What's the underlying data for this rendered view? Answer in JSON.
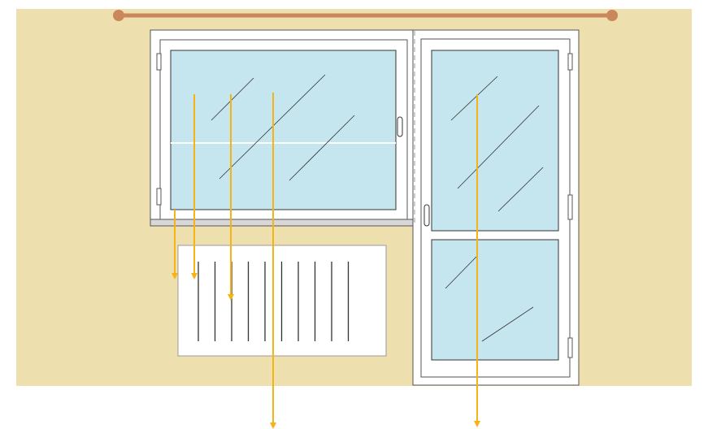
{
  "scene": {
    "title": "",
    "colors": {
      "wall": "#EEDFAE",
      "curtain_rod": "#C9875B",
      "frame": "#FFFFFF",
      "frame_stroke": "#555555",
      "glass": "#C6E6EF",
      "glass_stroke": "#333333",
      "radiator": "#FFFFFF",
      "sill": "#D8D8D8",
      "arrow": "#F5B315"
    },
    "objects": {
      "curtain_rod": "curtain-rod",
      "window": "window-with-radiator",
      "door": "balcony-door",
      "radiator": "radiator",
      "arrows": "airflow-arrows"
    }
  }
}
